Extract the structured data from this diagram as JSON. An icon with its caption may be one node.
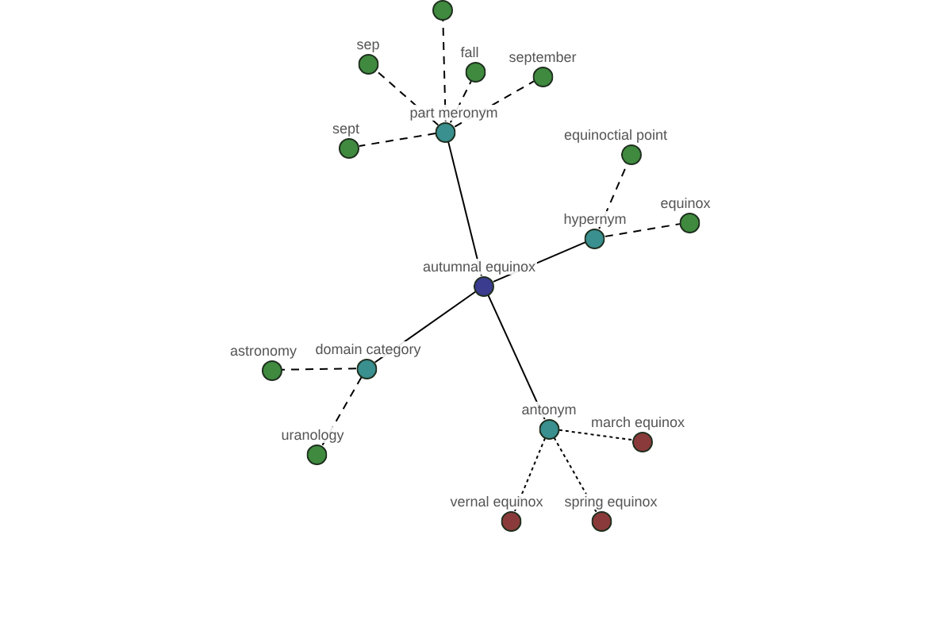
{
  "diagram": {
    "nodes": [
      {
        "text": [],
        "shape": "circle"
      },
      {
        "text": [
          "sep"
        ]
      },
      {
        "text": [
          "fall"
        ]
      },
      {
        "text": [
          "september"
        ]
      },
      {
        "text": [
          "part meronym"
        ]
      },
      {
        "text": [
          "sept"
        ]
      },
      {
        "text": [
          "equinoctial point"
        ]
      },
      {
        "text": [
          "equinox"
        ]
      },
      {
        "text": [
          "hypernym"
        ]
      },
      {
        "text": [
          "autumnal equinox"
        ]
      },
      {
        "text": [
          "astronomy"
        ]
      },
      {
        "text": [
          "domain category"
        ]
      },
      {
        "text": [
          "uranology"
        ]
      },
      {
        "text": [
          "antonym"
        ]
      },
      {
        "text": [
          "march equinox"
        ]
      },
      {
        "text": [
          "vernal equinox"
        ]
      },
      {
        "text": [
          "spring equinox"
        ]
      }
    ],
    "edges": [
      {
        "from": 9,
        "to": 4,
        "arrow": "none"
      },
      {
        "from": 9,
        "to": 8,
        "arrow": "none"
      },
      {
        "from": 9,
        "to": 11,
        "arrow": "none"
      },
      {
        "from": 9,
        "to": 13,
        "arrow": "none"
      },
      {
        "from": 4,
        "to": 0,
        "arrow": "none",
        "style": "dashed"
      },
      {
        "from": 4,
        "to": 1,
        "arrow": "none",
        "style": "dashed"
      },
      {
        "from": 4,
        "to": 2,
        "arrow": "none",
        "style": "dashed"
      },
      {
        "from": 4,
        "to": 3,
        "arrow": "none",
        "style": "dashed"
      },
      {
        "from": 4,
        "to": 5,
        "arrow": "none",
        "style": "dashed"
      },
      {
        "from": 8,
        "to": 6,
        "arrow": "none",
        "style": "dashed"
      },
      {
        "from": 8,
        "to": 7,
        "arrow": "none",
        "style": "dashed"
      },
      {
        "from": 11,
        "to": 10,
        "arrow": "none",
        "style": "dashed"
      },
      {
        "from": 11,
        "to": 12,
        "arrow": "none",
        "style": "dashed"
      },
      {
        "from": 13,
        "to": 14,
        "arrow": "none",
        "style": "dashed"
      },
      {
        "from": 13,
        "to": 15,
        "arrow": "none",
        "style": "dashed"
      },
      {
        "from": 13,
        "to": 16,
        "arrow": "none",
        "style": "dashed"
      }
    ]
  }
}
